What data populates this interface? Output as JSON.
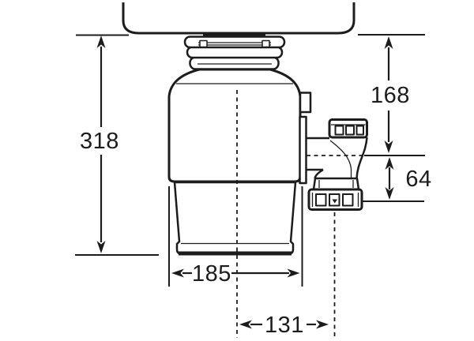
{
  "diagram": {
    "kind": "dimension-drawing",
    "dimensions": {
      "overall_height": "318",
      "sink_to_outlet_center": "168",
      "outlet_drop": "64",
      "body_width": "185",
      "center_to_outlet_offset": "131"
    },
    "colors": {
      "line": "#1c1c1c",
      "background": "#ffffff"
    }
  }
}
